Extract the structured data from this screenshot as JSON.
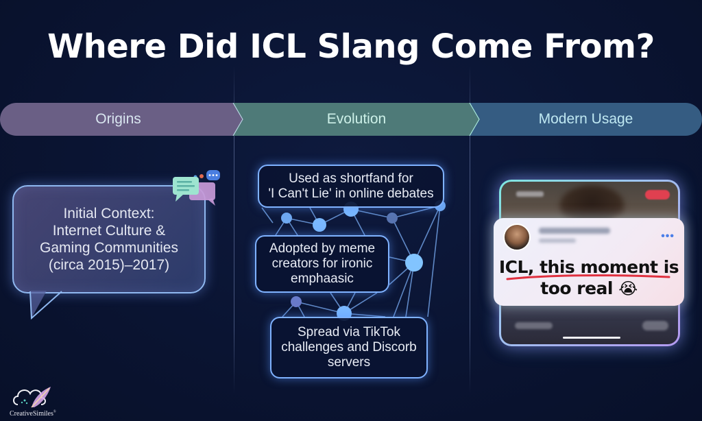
{
  "title": "Where Did ICL Slang Come From?",
  "timeline": {
    "stages": [
      {
        "label": "Origins",
        "color": "#6a5f85"
      },
      {
        "label": "Evolution",
        "color": "#4e7a78"
      },
      {
        "label": "Modern Usage",
        "color": "#355c82"
      }
    ]
  },
  "origins": {
    "bubble_text": "Initial Context:\nInternet Culture &\nGaming Communities\n(circa 2015)–2017)",
    "icons": [
      "chat-bubbles-icon",
      "typing-indicator-icon"
    ]
  },
  "evolution": {
    "items": [
      {
        "text": "Used as shortfand for\n'I Can't Lie' in online debates"
      },
      {
        "text": "Adopted by meme\ncreators for ironic\nemphaasic"
      },
      {
        "text": "Spread via TikTok\nchallenges and Discorb\nservers"
      }
    ],
    "accent": "#7fb2ff"
  },
  "modern_usage": {
    "post": {
      "more_icon": "•••",
      "text_line1": "ICL, this moment is",
      "text_line2": "too real",
      "emoji": "😭",
      "underline_color": "#e0303f"
    }
  },
  "logo": {
    "brand": "CreativeSimiles",
    "mark": "®"
  }
}
